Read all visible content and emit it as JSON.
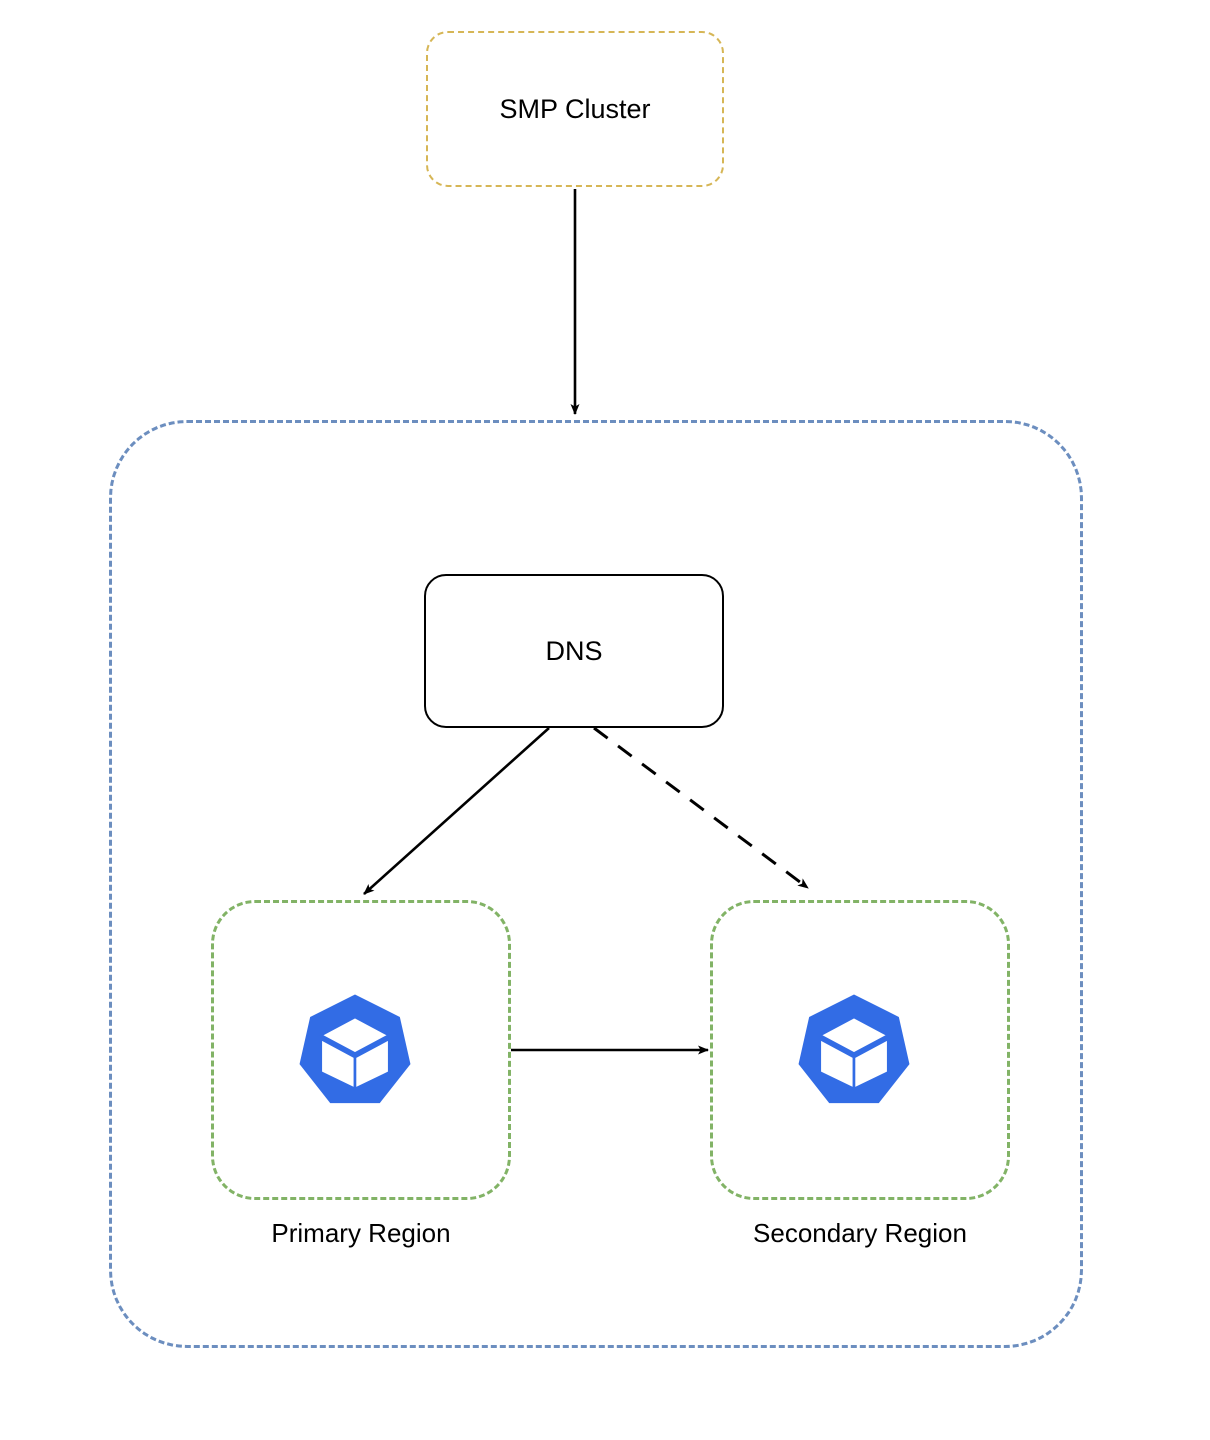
{
  "diagram": {
    "title": "SMP Cluster multi-region Kubernetes DNS failover diagram",
    "nodes": {
      "smp_cluster": {
        "label": "SMP Cluster",
        "shape": "rounded-rectangle",
        "border_style": "dashed",
        "border_color": "#d6b656"
      },
      "dns": {
        "label": "DNS",
        "shape": "rounded-rectangle",
        "border_style": "solid",
        "border_color": "#000000"
      },
      "outer_container": {
        "label": "",
        "shape": "rounded-rectangle",
        "border_style": "dashed",
        "border_color": "#6c8ebf"
      },
      "primary_region": {
        "label": "Primary Region",
        "shape": "rounded-rectangle",
        "border_style": "dashed",
        "border_color": "#82b366",
        "icon": "kubernetes-icon"
      },
      "secondary_region": {
        "label": "Secondary Region",
        "shape": "rounded-rectangle",
        "border_style": "dashed",
        "border_color": "#82b366",
        "icon": "kubernetes-icon"
      }
    },
    "edges": [
      {
        "id": "smp-to-container",
        "from": "smp_cluster",
        "to": "outer_container",
        "style": "solid",
        "arrow": "end",
        "label": ""
      },
      {
        "id": "dns-to-primary",
        "from": "dns",
        "to": "primary_region",
        "style": "solid",
        "arrow": "end",
        "label": ""
      },
      {
        "id": "dns-to-secondary",
        "from": "dns",
        "to": "secondary_region",
        "style": "dashed",
        "arrow": "end",
        "label": ""
      },
      {
        "id": "primary-to-secondary",
        "from": "primary_region",
        "to": "secondary_region",
        "style": "solid",
        "arrow": "end",
        "label": ""
      }
    ],
    "colors": {
      "background": "#ffffff",
      "edge": "#000000",
      "text": "#000000",
      "kubernetes_blue": "#326ce5",
      "amber_dashed": "#d6b656",
      "blue_dashed": "#6c8ebf",
      "green_dashed": "#82b366"
    }
  }
}
